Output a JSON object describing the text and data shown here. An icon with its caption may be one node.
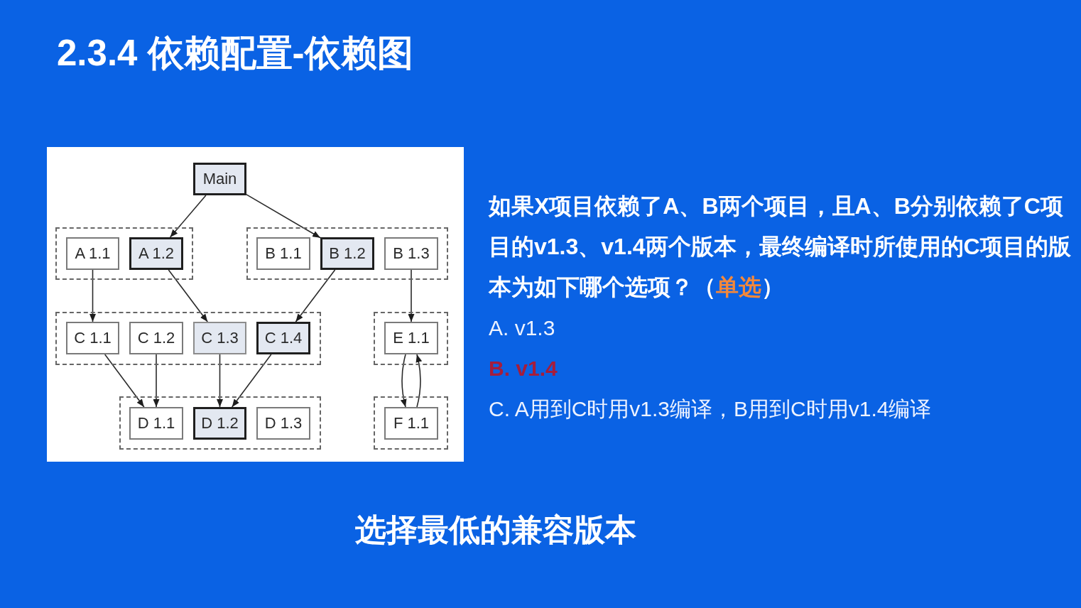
{
  "diagram": {
    "title": "2.3.4 依赖配置-依赖图",
    "caption": "选择最低的兼容版本",
    "nodes": [
      {
        "text": [
          "Main"
        ]
      },
      {
        "text": [],
        "shape": "box"
      },
      {
        "text": [
          "A 1.1"
        ],
        "in": 1
      },
      {
        "text": [
          "A 1.2"
        ],
        "in": 1
      },
      {
        "text": [],
        "shape": "box"
      },
      {
        "text": [
          "B 1.1"
        ],
        "in": 4
      },
      {
        "text": [
          "B 1.2"
        ],
        "in": 4
      },
      {
        "text": [
          "B 1.3"
        ],
        "in": 4
      },
      {
        "text": [],
        "shape": "box"
      },
      {
        "text": [
          "C 1.1"
        ],
        "in": 8
      },
      {
        "text": [
          "C 1.2"
        ],
        "in": 8
      },
      {
        "text": [
          "C 1.3"
        ],
        "in": 8
      },
      {
        "text": [
          "C 1.4"
        ],
        "in": 8
      },
      {
        "text": [],
        "shape": "box"
      },
      {
        "text": [
          "E 1.1"
        ],
        "in": 13
      },
      {
        "text": [],
        "shape": "box"
      },
      {
        "text": [
          "D 1.1"
        ],
        "in": 15
      },
      {
        "text": [
          "D 1.2"
        ],
        "in": 15
      },
      {
        "text": [
          "D 1.3"
        ],
        "in": 15
      },
      {
        "text": [],
        "shape": "box"
      },
      {
        "text": [
          "F 1.1"
        ],
        "in": 19
      }
    ],
    "edges": [
      {
        "from": 0,
        "to": 3,
        "arrow": "to"
      },
      {
        "from": 0,
        "to": 6,
        "arrow": "to"
      },
      {
        "from": 2,
        "to": 9,
        "arrow": "to"
      },
      {
        "from": 3,
        "to": 11,
        "arrow": "to"
      },
      {
        "from": 6,
        "to": 12,
        "arrow": "to"
      },
      {
        "from": 7,
        "to": 14,
        "arrow": "to"
      },
      {
        "from": 9,
        "to": 16,
        "arrow": "to"
      },
      {
        "from": 10,
        "to": 16,
        "arrow": "to"
      },
      {
        "from": 11,
        "to": 17,
        "arrow": "to"
      },
      {
        "from": 12,
        "to": 17,
        "arrow": "to"
      },
      {
        "from": 14,
        "to": 20,
        "arrow": "to"
      },
      {
        "from": 20,
        "to": 14,
        "arrow": "to"
      }
    ],
    "labels": [
      "如果X项目依赖了A、B两个项目，且A、B分别依赖了C项目的v1.3、v1.4两个版本，最终编译时所使用的C项目的版本为如下哪个选项？（**单选**）",
      "A. v1.3",
      "B. v1.4",
      "C. A用到C时用v1.3编译，B用到C时用v1.4编译"
    ]
  }
}
